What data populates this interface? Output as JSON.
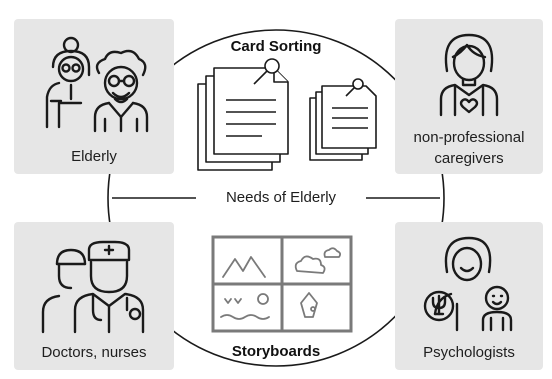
{
  "center": {
    "label": "Needs of Elderly",
    "card_sorting_title": "Card Sorting",
    "storyboards_title": "Storyboards"
  },
  "stakeholders": {
    "elderly": "Elderly",
    "caregivers_line1": "non-professional",
    "caregivers_line2": "caregivers",
    "doctors": "Doctors, nurses",
    "psychologists": "Psychologists"
  },
  "icons": {
    "elderly": "elderly-couple-icon",
    "caregiver": "caregiver-woman-icon",
    "doctors": "doctor-nurse-icon",
    "psychologist": "psychologist-icon",
    "cards": "pinned-cards-icon",
    "storyboard": "storyboard-frames-icon"
  },
  "colors": {
    "box_fill": "#e6e6e6",
    "stroke": "#1a1a1a",
    "storyboard_frame": "#7a7a7a"
  }
}
